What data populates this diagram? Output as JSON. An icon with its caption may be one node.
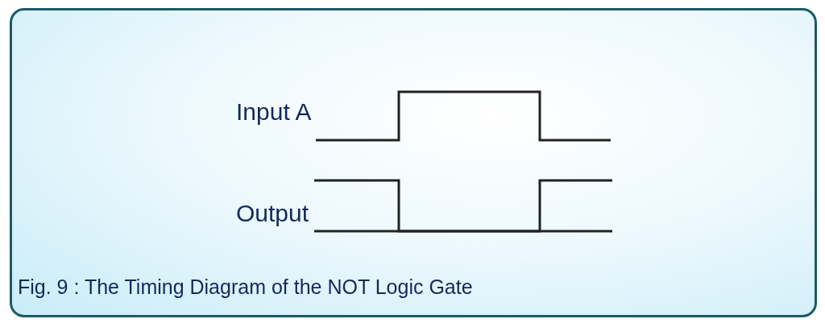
{
  "diagram": {
    "caption": "Fig. 9 : The Timing Diagram of the NOT Logic Gate",
    "labels": [
      "Input A",
      "Output"
    ]
  }
}
